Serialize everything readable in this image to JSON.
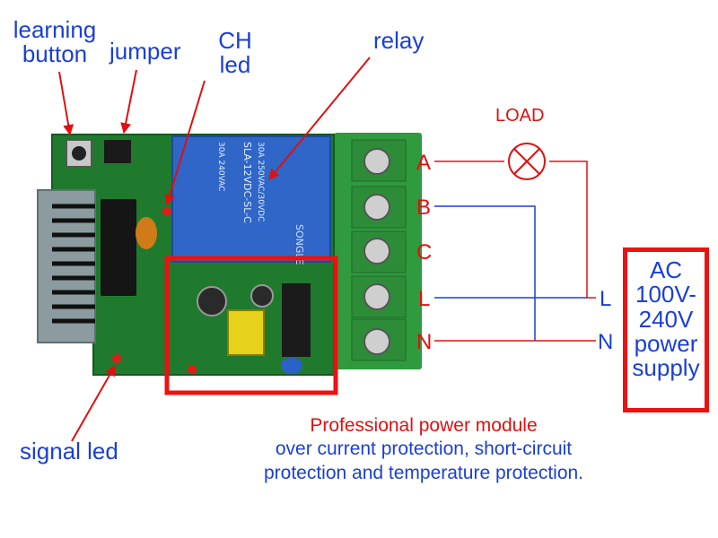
{
  "callouts": {
    "learning_button": "learning\nbutton",
    "jumper": "jumper",
    "ch_led": "CH\nled",
    "relay": "relay",
    "signal_led": "signal led"
  },
  "terminals": [
    "A",
    "B",
    "C",
    "L",
    "N"
  ],
  "load_label": "LOAD",
  "supply_terminals": [
    "L",
    "N"
  ],
  "supply": {
    "line1": "AC",
    "line2": "100V-",
    "line3": "240V",
    "line4": "power",
    "line5": "supply"
  },
  "power_module_note": {
    "line1": "Professional power module",
    "line2": "over current protection, short-circuit",
    "line3": "protection and temperature protection."
  },
  "relay_marking": {
    "brand": "SONGLE",
    "model": "SLA-12VDC-SL-C",
    "rating1": "30A 250VAC/30VDC",
    "rating2": "30A 240VAC"
  },
  "colors": {
    "callout_text": "#1a3fd6",
    "callout_arrow": "#e01010",
    "highlight_box": "#ee1111",
    "wire_red": "#e01010",
    "wire_blue": "#1a3fd6",
    "pcb": "#1f7a2e",
    "terminal_block": "#2f9a3e",
    "relay": "#2f66c8"
  }
}
